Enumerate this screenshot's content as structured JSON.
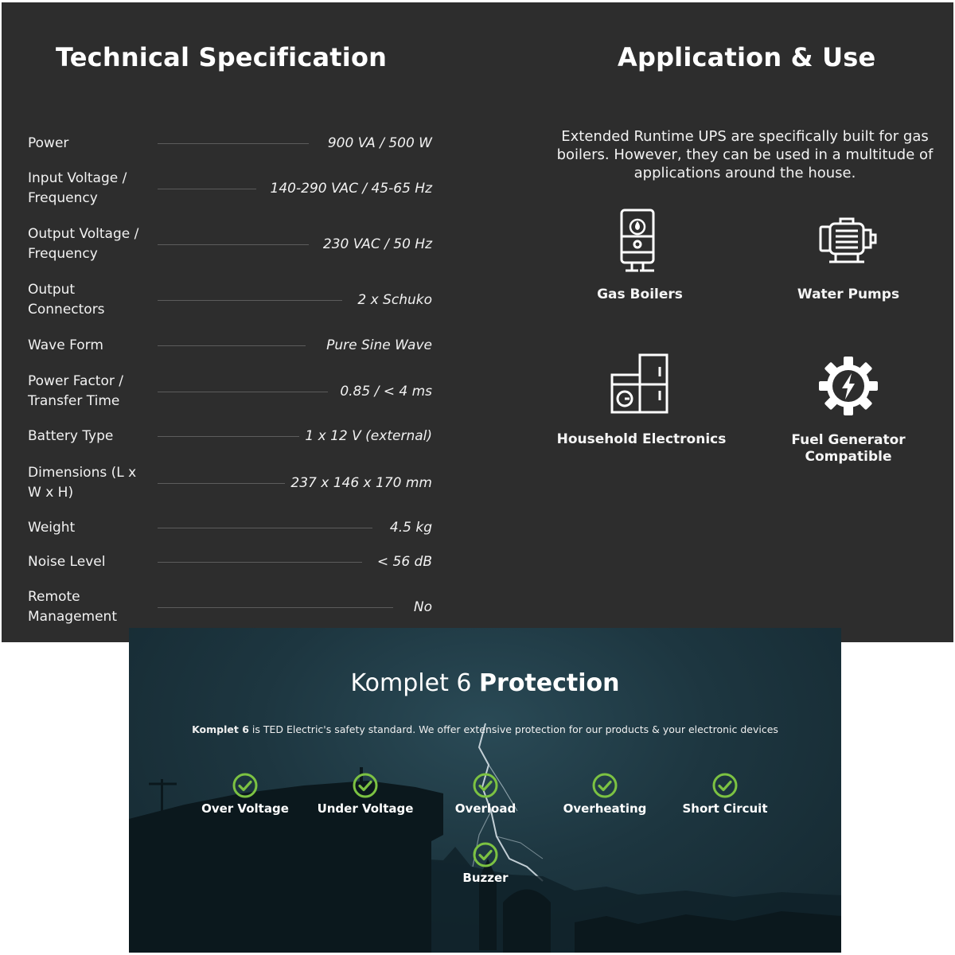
{
  "specs": {
    "title": "Technical Specification",
    "rows": [
      {
        "label": "Power",
        "value": "900 VA / 500 W"
      },
      {
        "label": "Input Voltage / Frequency",
        "value": "140-290 VAC / 45-65 Hz"
      },
      {
        "label": "Output Voltage / Frequency",
        "value": "230 VAC / 50 Hz"
      },
      {
        "label": "Output Connectors",
        "value": "2 x Schuko"
      },
      {
        "label": "Wave Form",
        "value": "Pure Sine Wave"
      },
      {
        "label": "Power Factor / Transfer Time",
        "value": "0.85 / < 4 ms"
      },
      {
        "label": "Battery Type",
        "value": "1 x 12 V (external)"
      },
      {
        "label": "Dimensions (L x W x H)",
        "value": "237 x 146 x 170 mm"
      },
      {
        "label": "Weight",
        "value": "4.5 kg"
      },
      {
        "label": "Noise Level",
        "value": "< 56 dB"
      },
      {
        "label": "Remote Management",
        "value": "No"
      }
    ]
  },
  "application": {
    "title": "Application & Use",
    "description": "Extended Runtime UPS  are specifically built for gas boilers. However, they can be used in a multitude of applications around the house.",
    "items": [
      {
        "label": "Gas Boilers",
        "icon": "gas-boiler-icon"
      },
      {
        "label": "Water Pumps",
        "icon": "water-pump-icon"
      },
      {
        "label": "Household Electronics",
        "icon": "household-electronics-icon"
      },
      {
        "label": "Fuel Generator Compatible",
        "icon": "fuel-generator-icon"
      }
    ]
  },
  "protection": {
    "title_light": "Komplet 6",
    "title_bold": "Protection",
    "desc_bold": "Komplet 6",
    "desc_rest": " is TED Electric's safety standard. We offer extensive protection for our products & your electronic devices",
    "accent_color": "#7cc242",
    "features": [
      {
        "label": "Over Voltage"
      },
      {
        "label": "Under Voltage"
      },
      {
        "label": "Overload"
      },
      {
        "label": "Overheating"
      },
      {
        "label": "Short Circuit"
      },
      {
        "label": "Buzzer"
      }
    ]
  }
}
